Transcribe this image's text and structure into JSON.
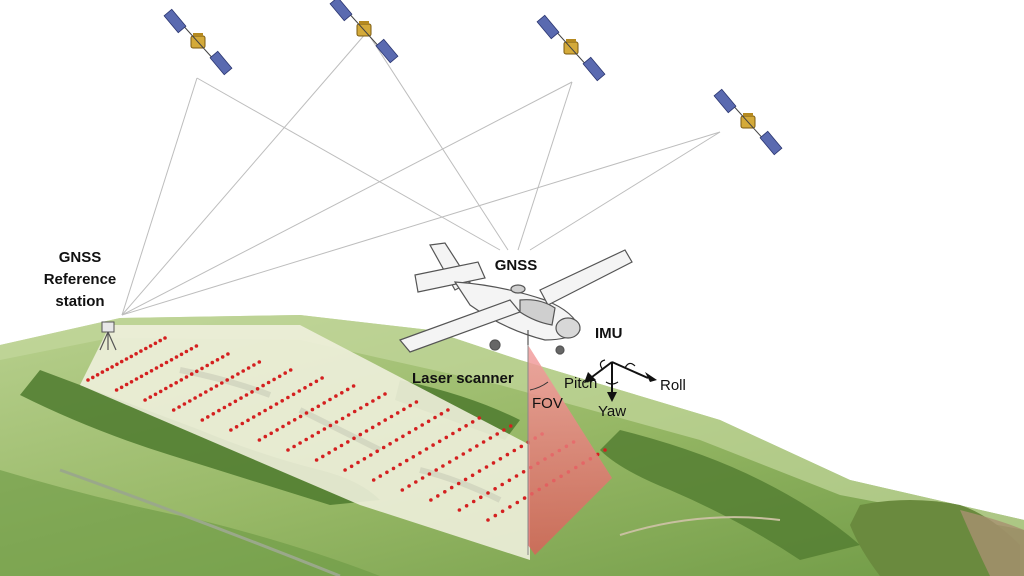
{
  "labels": {
    "reference_line1": "GNSS",
    "reference_line2": "Reference",
    "reference_line3": "station",
    "gnss": "GNSS",
    "imu": "IMU",
    "laser_scanner": "Laser scanner",
    "fov": "FOV",
    "pitch": "Pitch",
    "roll": "Roll",
    "yaw": "Yaw"
  },
  "colors": {
    "sky": "#ffffff",
    "terrain_light": "#a9c77e",
    "terrain_mid": "#7fa650",
    "forest": "#4d7a2e",
    "scan_strip": "#eef0e0",
    "scan_point": "#d42020",
    "fov_cone": "#e86a6a",
    "satellite_panel": "#5a6ab0",
    "satellite_body": "#d8b040"
  },
  "icons": {
    "satellite": "satellite-icon",
    "airplane": "airplane-icon",
    "reference_station": "tripod-antenna-icon",
    "imu_axes": "attitude-axes-icon"
  }
}
